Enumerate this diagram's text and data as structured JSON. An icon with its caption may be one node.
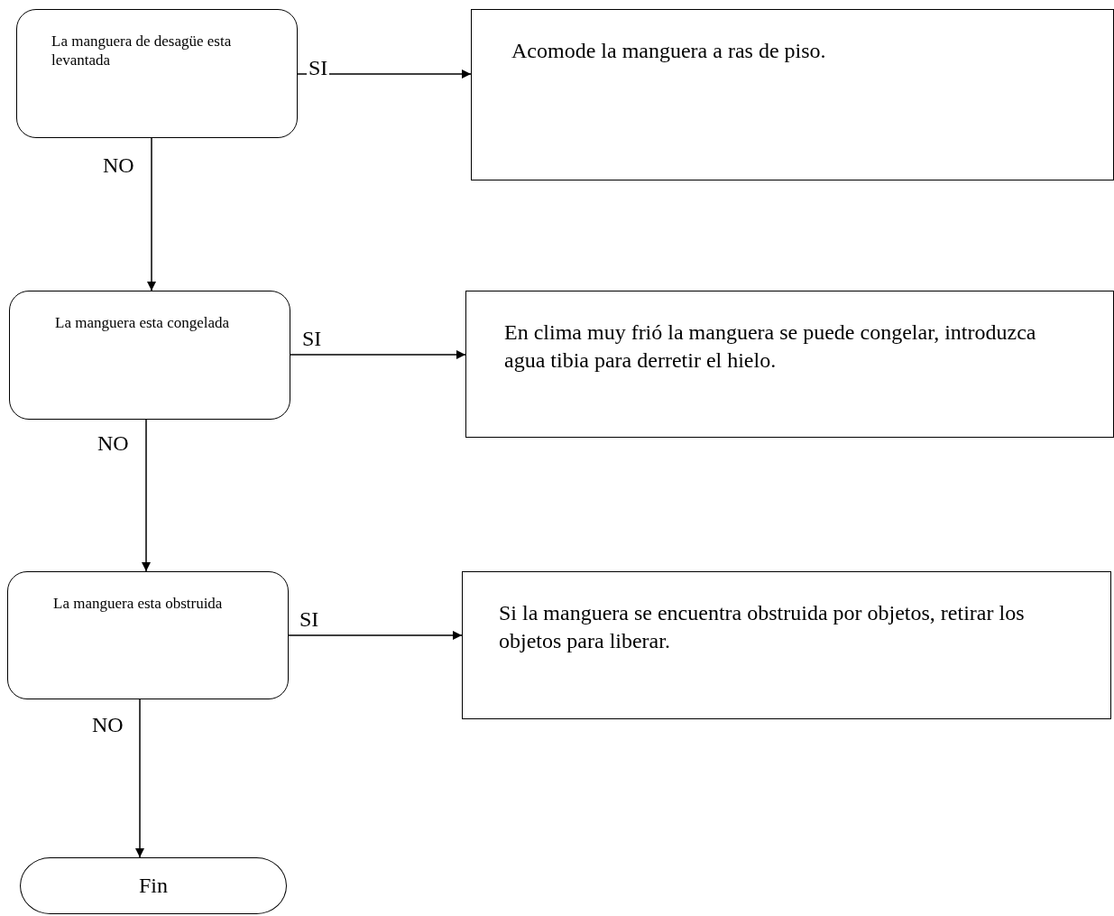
{
  "diagram": {
    "nodes": [
      {
        "text": [
          "La manguera de desagüe esta levantada"
        ]
      },
      {
        "text": [
          "Acomode la manguera a ras de piso."
        ]
      },
      {
        "text": [
          "La manguera esta congelada"
        ]
      },
      {
        "text": [
          "En clima muy frió la manguera se puede congelar, introduzca agua tibia para derretir el hielo."
        ]
      },
      {
        "text": [
          "La manguera esta obstruida"
        ]
      },
      {
        "text": [
          "Si la manguera se encuentra obstruida por objetos, retirar los objetos para liberar."
        ]
      },
      {
        "text": [
          "Fin"
        ]
      }
    ],
    "edges": [
      {
        "from": 0,
        "to": 1,
        "arrow": "to",
        "label": "SI"
      },
      {
        "from": 0,
        "to": 2,
        "arrow": "to",
        "label": "NO"
      },
      {
        "from": 2,
        "to": 3,
        "arrow": "to",
        "label": "SI"
      },
      {
        "from": 2,
        "to": 4,
        "arrow": "to",
        "label": "NO"
      },
      {
        "from": 4,
        "to": 5,
        "arrow": "to",
        "label": "SI"
      },
      {
        "from": 4,
        "to": 6,
        "arrow": "to",
        "label": "NO"
      }
    ]
  }
}
